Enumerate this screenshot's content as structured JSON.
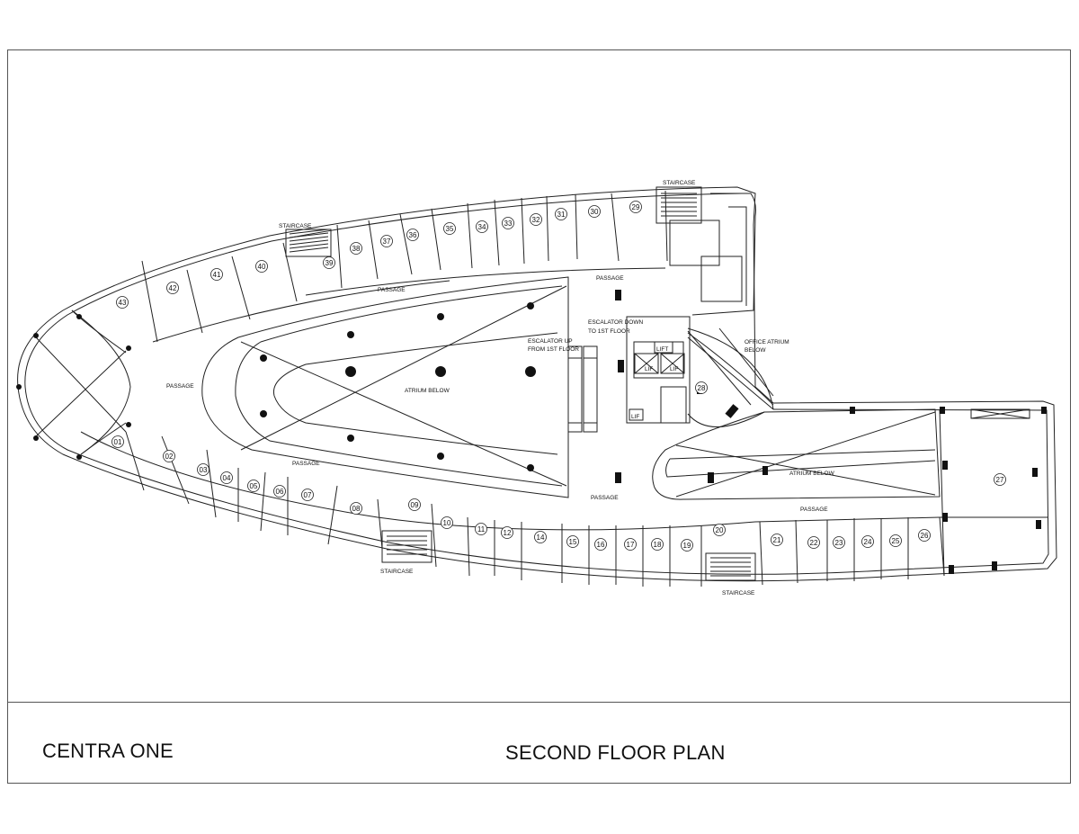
{
  "title_block": {
    "project": "CENTRA ONE",
    "sheet": "SECOND FLOOR PLAN"
  },
  "labels": {
    "staircase": "STAIRCASE",
    "passage": "PASSAGE",
    "atrium_below": "ATRIUM BELOW",
    "escalator_up_1": "ESCALATOR UP",
    "escalator_up_2": "FROM 1ST FLOOR",
    "escalator_down_1": "ESCALATOR DOWN",
    "escalator_down_2": "TO 1ST FLOOR",
    "office_atrium_1": "OFFICE ATRIUM",
    "office_atrium_2": "BELOW",
    "lift": "LIFT",
    "lift_short": "LIF"
  },
  "units": [
    "01",
    "02",
    "03",
    "04",
    "05",
    "06",
    "07",
    "08",
    "09",
    "10",
    "11",
    "12",
    "14",
    "15",
    "16",
    "17",
    "18",
    "19",
    "20",
    "21",
    "22",
    "23",
    "24",
    "25",
    "26",
    "27",
    "28",
    "29",
    "30",
    "31",
    "32",
    "33",
    "34",
    "35",
    "36",
    "37",
    "38",
    "39",
    "40",
    "41",
    "42",
    "43"
  ]
}
